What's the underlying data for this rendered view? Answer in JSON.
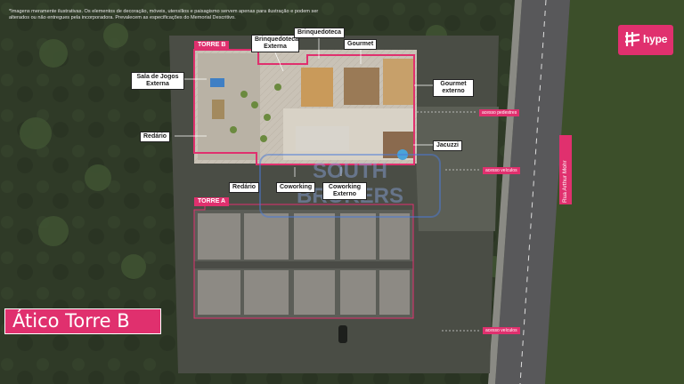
{
  "disclaimer": "*Imagens meramente ilustrativas. Os elementos de decoração, móveis, utensílios e paisagismo servem apenas para ilustração e podem ser alterados ou não entregues pela incorporadora. Prevalecem as especificações do Memorial Descritivo.",
  "brand": {
    "logo_text": "hype",
    "color": "#e0306e"
  },
  "title": "Ático Torre B",
  "towers": {
    "torre_b": "TORRE B",
    "torre_a": "TORRE A"
  },
  "amenities": {
    "brinquedoteca_externa": "Brinquedoteca Externa",
    "brinquedoteca": "Brinquedoteca",
    "gourmet": "Gourmet",
    "sala_de_jogos": "Sala de Jogos Externa",
    "gourmet_externo": "Gourmet externo",
    "redario_left": "Redário",
    "jacuzzi": "Jacuzzi",
    "redario_bottom": "Redário",
    "coworking": "Coworking",
    "coworking_externo": "Coworking Externo"
  },
  "access": {
    "pedestres": "acesso pedestres",
    "veiculos_1": "acesso veículos",
    "veiculos_2": "acesso veículos"
  },
  "street": "Rua Arthur Mohr",
  "watermark": {
    "line1": "SOUTH",
    "line2": "BROKERS"
  },
  "colors": {
    "accent": "#e0306e",
    "grass": "#3a4a2c",
    "road": "#5a5a58"
  }
}
